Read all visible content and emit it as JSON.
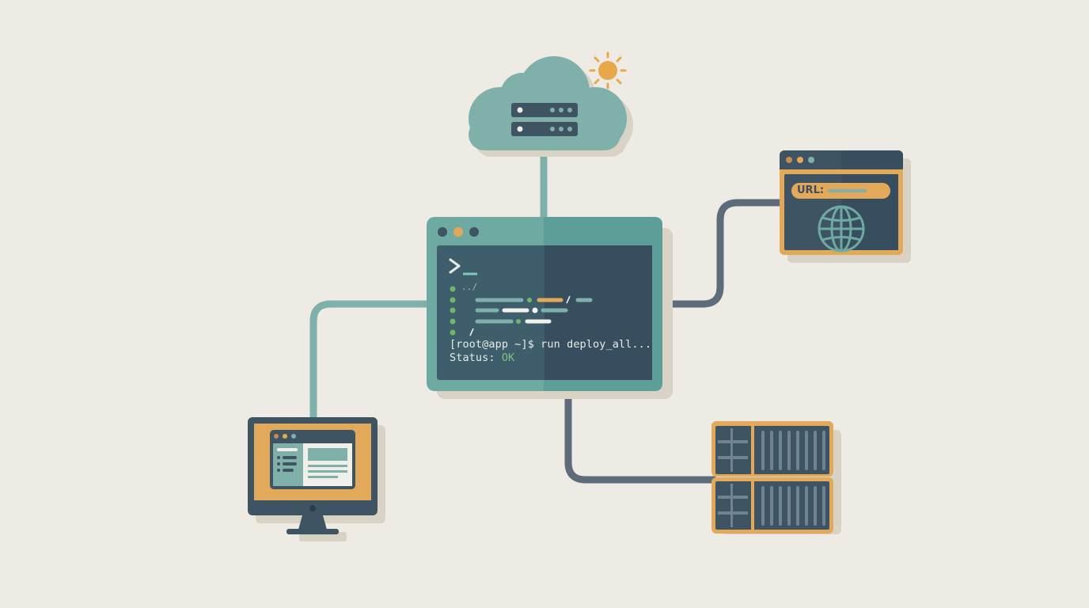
{
  "terminal": {
    "prompt_symbol": ">_",
    "path_fragment": "../",
    "path_end": "/",
    "command_line": "[root@app ~]$ run deploy_all...",
    "status_label": "Status: ",
    "status_value": "OK"
  },
  "browser": {
    "url_label": "URL:"
  },
  "colors": {
    "background": "#eeebe5",
    "teal": "#6ea9a2",
    "slate": "#3f5463",
    "orange": "#e3a95a",
    "sun": "#e8a84a",
    "connector_teal": "#7fb0aa",
    "connector_slate": "#5e6b7b",
    "status_ok": "#7fc07a"
  },
  "icons": [
    "cloud-icon",
    "sun-icon",
    "server-rack-icon",
    "terminal-window-icon",
    "browser-window-icon",
    "globe-icon",
    "desktop-monitor-icon",
    "storage-server-icon"
  ]
}
